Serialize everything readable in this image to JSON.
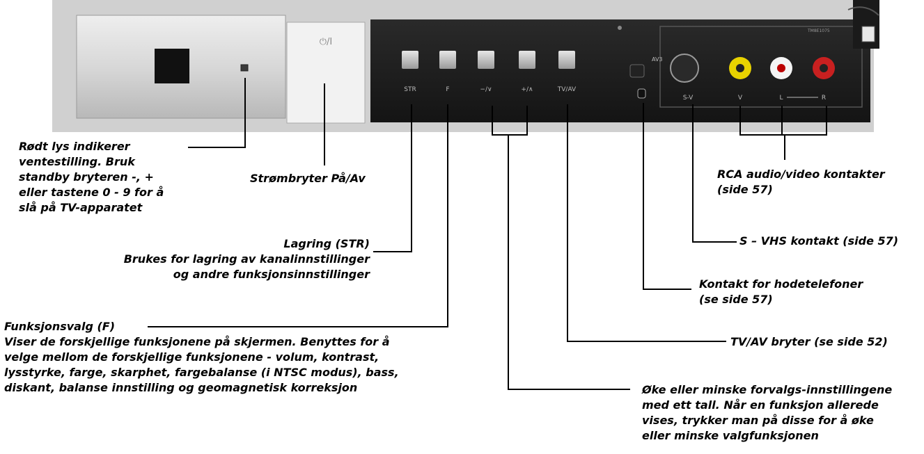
{
  "panel": {
    "power_symbol": "⏻/I",
    "buttons": [
      "STR",
      "F",
      "−/∨",
      "+/∧",
      "TV/AV"
    ],
    "av_jack_label": "AV3",
    "connector_labels": {
      "sv": "S-V",
      "v": "V",
      "l": "L",
      "r": "R"
    },
    "model_code": "TM8E1075"
  },
  "callouts": {
    "red_light": [
      "Rødt lys indikerer",
      "ventestilling. Bruk",
      "standby bryteren -, +",
      "eller tastene 0 - 9 for å",
      "slå på TV-apparatet"
    ],
    "power_switch": "Strømbryter På/Av",
    "storage": [
      "Lagring (STR)",
      "Brukes for lagring av kanalinnstillinger",
      "og andre funksjonsinnstillinger"
    ],
    "function": [
      "Funksjonsvalg (F)",
      "Viser de forskjellige funksjonene på skjermen. Benyttes for å",
      "velge mellom de forskjellige funksjonene - volum, kontrast,",
      "lysstyrke, farge, skarphet, fargebalanse (i NTSC modus), bass,",
      "diskant, balanse innstilling og geomagnetisk korreksjon"
    ],
    "rca": [
      "RCA audio/video kontakter",
      "(side 57)"
    ],
    "svhs": "S – VHS kontakt (side 57)",
    "headphones": [
      "Kontakt for hodetelefoner",
      "(se side 57)"
    ],
    "tvav": "TV/AV bryter (se side 52)",
    "updown": [
      "Øke eller minske forvalgs-innstillingene",
      "med ett tall. Når en funksjon allerede",
      "vises, trykker man på disse for å øke",
      "eller minske valgfunksjonen"
    ]
  }
}
